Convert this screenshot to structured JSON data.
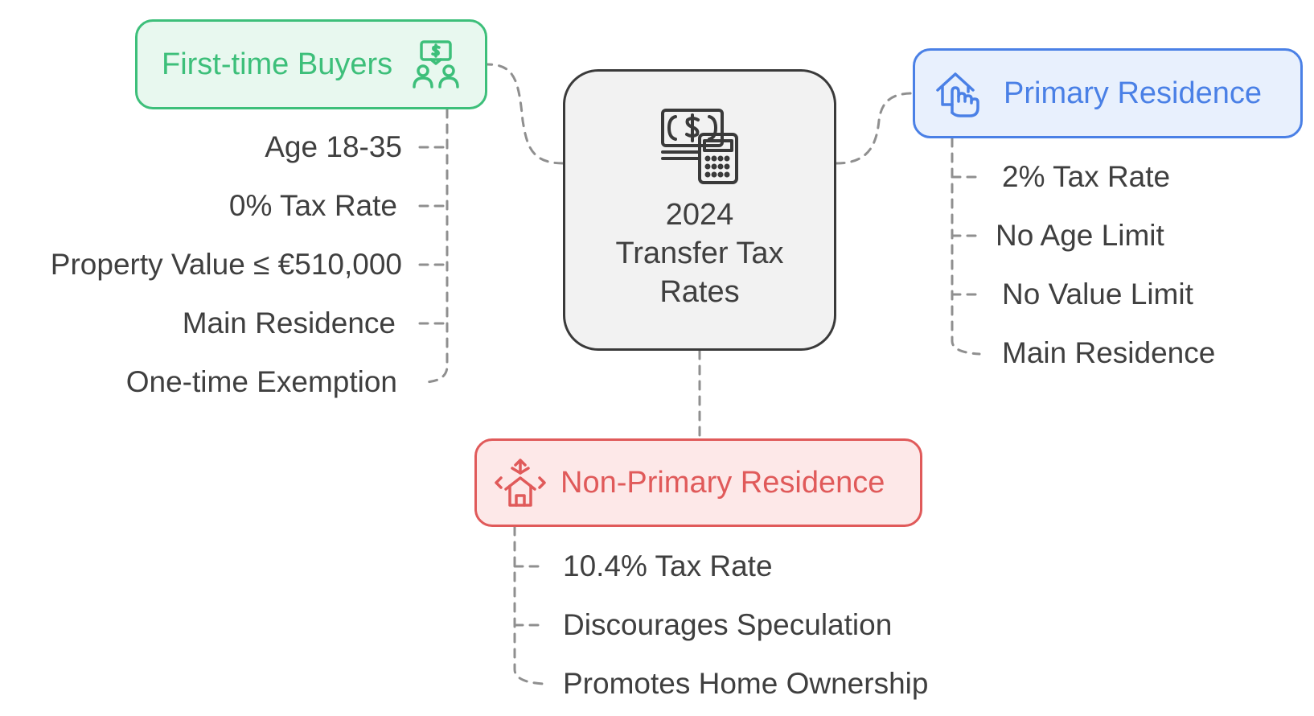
{
  "center": {
    "title_lines": [
      "2024",
      "Transfer Tax",
      "Rates"
    ],
    "icon": "money-calculator-icon"
  },
  "first_time_buyers": {
    "label": "First-time Buyers",
    "icon": "buyers-money-icon",
    "color": "#3dbf7a",
    "fill": "#e8f8ef",
    "items": [
      "Age 18-35",
      "0% Tax Rate",
      "Property Value ≤ €510,000",
      "Main Residence",
      "One-time Exemption"
    ]
  },
  "primary_residence": {
    "label": "Primary Residence",
    "icon": "house-hand-icon",
    "color": "#4a80e6",
    "fill": "#e8f0fd",
    "items": [
      "2% Tax Rate",
      "No Age Limit",
      "No Value Limit",
      "Main Residence"
    ]
  },
  "non_primary_residence": {
    "label": "Non-Primary Residence",
    "icon": "house-arrows-icon",
    "color": "#e05a5a",
    "fill": "#fde8e8",
    "items": [
      "10.4% Tax Rate",
      "Discourages Speculation",
      "Promotes Home Ownership"
    ]
  }
}
